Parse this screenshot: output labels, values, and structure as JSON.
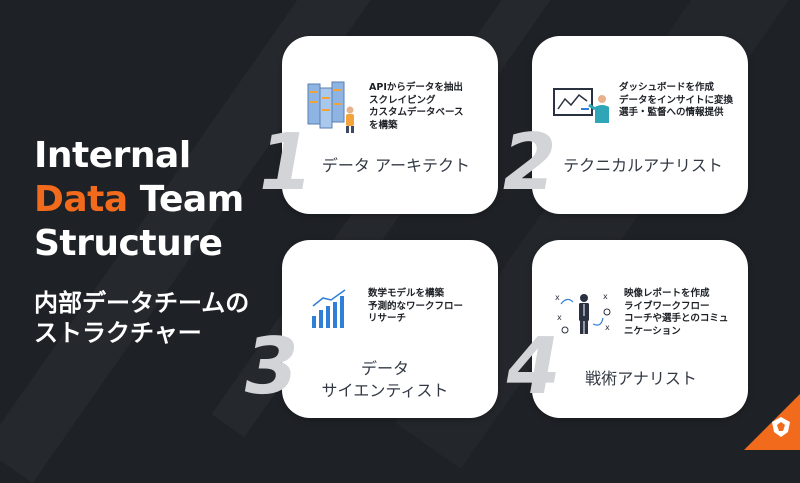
{
  "title": {
    "line1": "Internal",
    "line2_accent": "Data",
    "line2_rest": " Team",
    "line3": "Structure",
    "ja_line1": "内部データチームの",
    "ja_line2": "ストラクチャー"
  },
  "cards": [
    {
      "number": "1",
      "role": "データ アーキテクト",
      "desc": [
        "APIからデータを抽出",
        "スクレイピング",
        "カスタムデータベース",
        "を構築"
      ],
      "icon": "server-engineer-icon"
    },
    {
      "number": "2",
      "role": "テクニカルアナリスト",
      "desc": [
        "ダッシュボードを作成",
        "データをインサイトに変換",
        "選手・監督への情報提供"
      ],
      "icon": "presenter-board-icon"
    },
    {
      "number": "3",
      "role_line1": "データ",
      "role_line2": "サイエンティスト",
      "desc": [
        "数学モデルを構築",
        "予測的なワークフロー",
        "リサーチ"
      ],
      "icon": "bar-chart-icon"
    },
    {
      "number": "4",
      "role": "戦術アナリスト",
      "desc": [
        "映像レポートを作成",
        "ライブワークフロー",
        "コーチや選手とのコミュ",
        "ニケーション"
      ],
      "icon": "tactics-board-icon"
    }
  ],
  "colors": {
    "background": "#1e2126",
    "accent": "#f26a1b",
    "card": "#ffffff",
    "number": "#d2d4d7",
    "chart_blue": "#2f7fd6"
  },
  "logo": {
    "icon": "brand-logo-icon"
  }
}
